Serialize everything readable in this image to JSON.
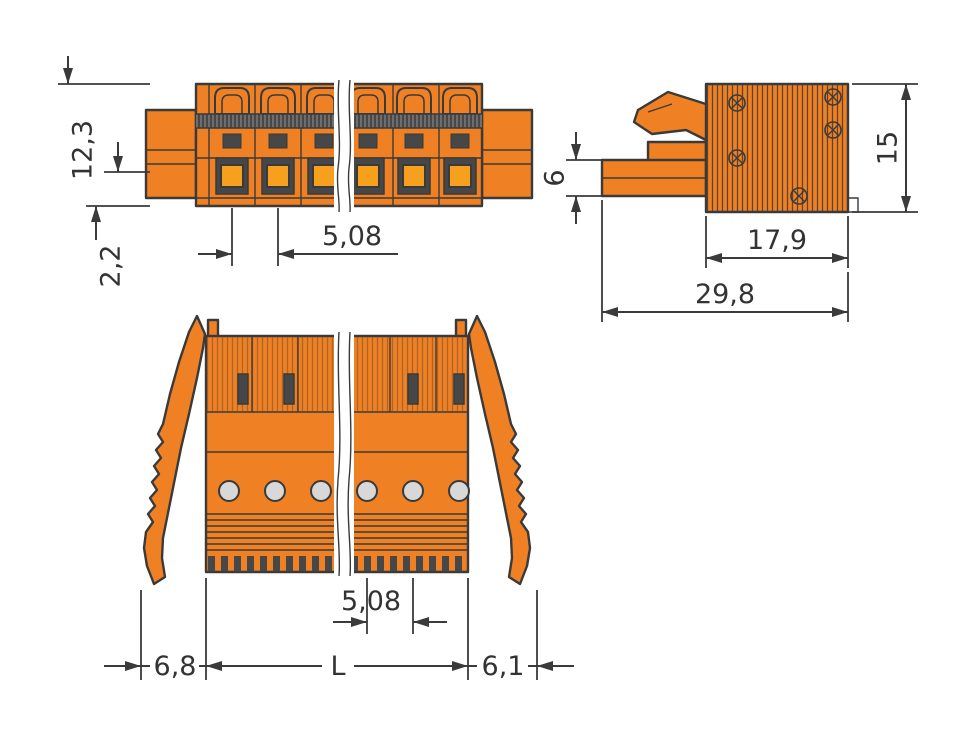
{
  "colors": {
    "body_orange": "#EF8023",
    "accent_orange": "#F6A01E",
    "line": "#3A3A3A",
    "dark_detail": "#474747",
    "background": "#FFFFFF"
  },
  "views": {
    "front": {
      "dims": {
        "height": "12,3",
        "offset": "2,2",
        "pitch": "5,08"
      }
    },
    "side": {
      "dims": {
        "tab_height": "6",
        "height": "15",
        "depth": "17,9",
        "total_depth": "29,8"
      }
    },
    "bottom": {
      "dims": {
        "pitch": "5,08",
        "left_margin": "6,8",
        "length": "L",
        "right_margin": "6,1"
      }
    }
  }
}
